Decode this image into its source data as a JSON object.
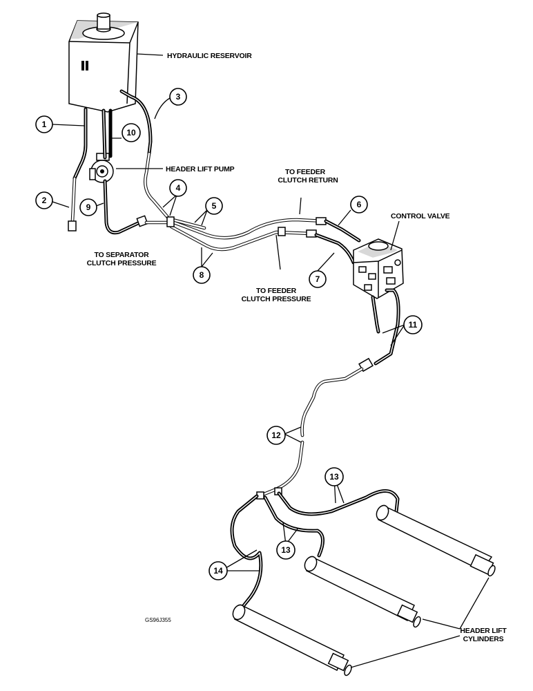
{
  "labels": {
    "reservoir": "HYDRAULIC RESERVOIR",
    "pump": "HEADER LIFT PUMP",
    "feeder_return_1": "TO FEEDER",
    "feeder_return_2": "CLUTCH RETURN",
    "control_valve": "CONTROL VALVE",
    "separator_1": "TO SEPARATOR",
    "separator_2": "CLUTCH PRESSURE",
    "feeder_pressure_1": "TO FEEDER",
    "feeder_pressure_2": "CLUTCH PRESSURE",
    "cylinders_1": "HEADER LIFT",
    "cylinders_2": "CYLINDERS",
    "figure_code": "GS96J355"
  },
  "callouts": {
    "c1": "1",
    "c2": "2",
    "c3": "3",
    "c4": "4",
    "c5": "5",
    "c6": "6",
    "c7": "7",
    "c8": "8",
    "c9": "9",
    "c10": "10",
    "c11": "11",
    "c12": "12",
    "c13a": "13",
    "c13b": "13",
    "c14": "14"
  }
}
